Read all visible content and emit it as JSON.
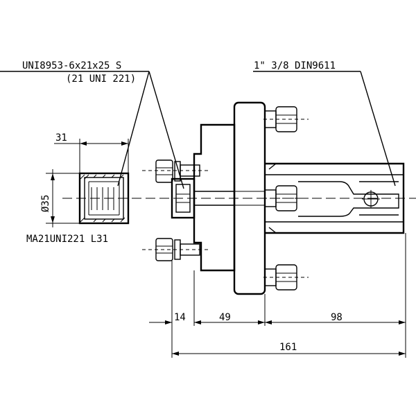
{
  "labels": {
    "spline_spec": "UNI8953-6x21x25 S",
    "spline_ref": "(21 UNI 221)",
    "shaft_spec": "1\" 3/8 DIN9611",
    "sleeve_code": "MA21UNI221 L31"
  },
  "dimensions": {
    "sleeve_length": "31",
    "sleeve_diameter": "Ø35",
    "hub": "14",
    "flange": "49",
    "shaft": "98",
    "total": "161"
  }
}
